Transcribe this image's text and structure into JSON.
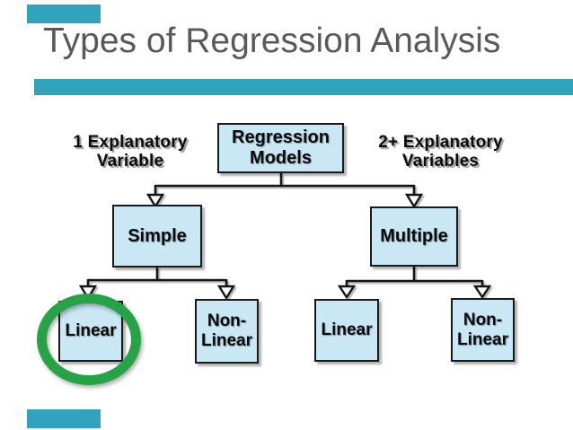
{
  "slide": {
    "title": "Types of Regression Analysis",
    "annotations": {
      "left": {
        "line1": "1 Explanatory",
        "line2": "Variable"
      },
      "right": {
        "line1": "2+ Explanatory",
        "line2": "Variables"
      }
    },
    "diagram": {
      "root": {
        "line1": "Regression",
        "line2": "Models"
      },
      "level1": {
        "simple": "Simple",
        "multiple": "Multiple"
      },
      "level2": {
        "simple_linear": "Linear",
        "simple_nonlinear": {
          "line1": "Non-",
          "line2": "Linear"
        },
        "multiple_linear": "Linear",
        "multiple_nonlinear": {
          "line1": "Non-",
          "line2": "Linear"
        }
      },
      "highlight": {
        "shape": "green-circle",
        "target": "simple_linear"
      }
    },
    "colors": {
      "accent_teal": "#31A3BD",
      "box_fill": "#C9E7F5",
      "box_border": "#1A1A1A",
      "highlight_green": "#26A346",
      "title_gray": "#59595B"
    }
  }
}
